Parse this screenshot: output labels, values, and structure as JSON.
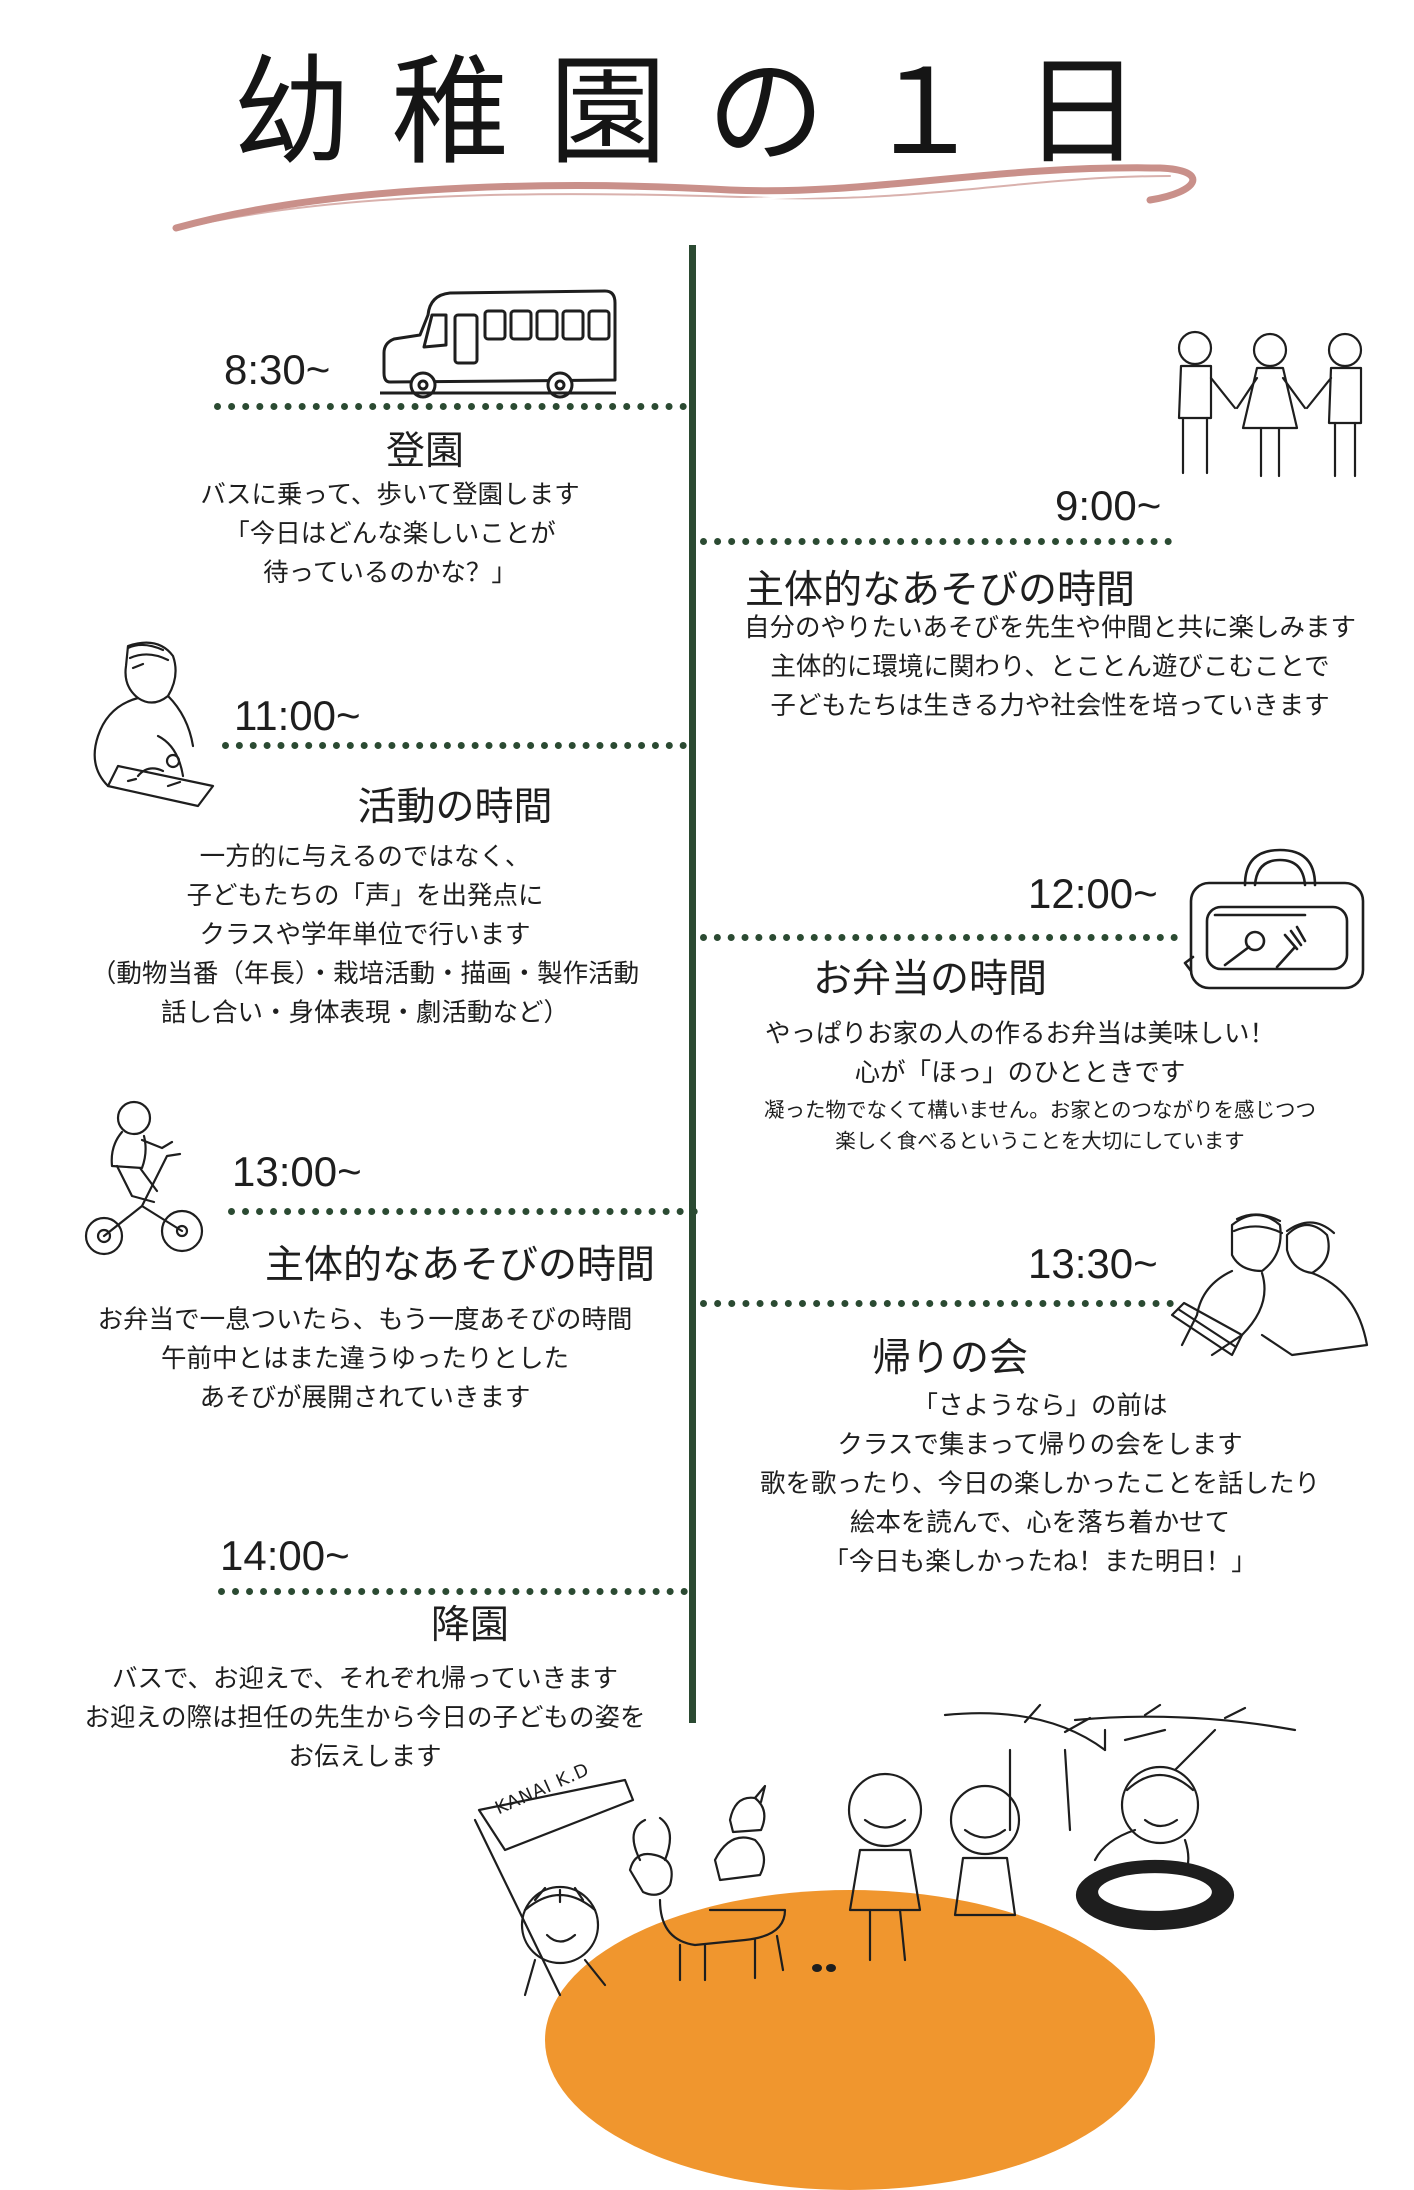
{
  "title": "幼稚園の１日",
  "left": [
    {
      "time": "8:30~",
      "heading": "登園",
      "lines": [
        "バスに乗って、歩いて登園します",
        "「今日はどんな楽しいことが",
        "待っているのかな？」"
      ]
    },
    {
      "time": "11:00~",
      "heading": "活動の時間",
      "lines": [
        "一方的に与えるのではなく、",
        "子どもたちの「声」を出発点に",
        "クラスや学年単位で行います",
        "（動物当番（年長）・栽培活動・描画・製作活動",
        "話し合い・身体表現・劇活動など）"
      ]
    },
    {
      "time": "13:00~",
      "heading": "主体的なあそびの時間",
      "lines": [
        "お弁当で一息ついたら、もう一度あそびの時間",
        "午前中とはまた違うゆったりとした",
        "あそびが展開されていきます"
      ]
    },
    {
      "time": "14:00~",
      "heading": "降園",
      "lines": [
        "バスで、お迎えで、それぞれ帰っていきます",
        "お迎えの際は担任の先生から今日の子どもの姿を",
        "お伝えします"
      ]
    }
  ],
  "right": [
    {
      "time": "9:00~",
      "heading": "主体的なあそびの時間",
      "lines": [
        "自分のやりたいあそびを先生や仲間と共に楽しみます",
        "主体的に環境に関わり、とことん遊びこむことで",
        "子どもたちは生きる力や社会性を培っていきます"
      ]
    },
    {
      "time": "12:00~",
      "heading": "お弁当の時間",
      "lines": [
        "やっぱりお家の人の作るお弁当は美味しい！",
        "心が「ほっ」のひとときです"
      ],
      "small_lines": [
        "凝った物でなくて構いません。お家とのつながりを感じつつ",
        "楽しく食べるということを大切にしています"
      ]
    },
    {
      "time": "13:30~",
      "heading": "帰りの会",
      "lines": [
        "「さようなら」の前は",
        "クラスで集まって帰りの会をします",
        "歌を歌ったり、今日の楽しかったことを話したり",
        "絵本を読んで、心を落ち着かせて",
        "「今日も楽しかったね！また明日！」"
      ]
    }
  ],
  "flag_text": "KANAI K.D",
  "colors": {
    "accent_line": "#2b4a32",
    "brush": "#c9908a",
    "hill": "#f0962e"
  },
  "illustrations": [
    "bus-icon",
    "children-holding-hands-icon",
    "child-drawing-icon",
    "lunch-box-icon",
    "child-tricycle-icon",
    "mother-reading-icon",
    "kids-and-animals-illustration"
  ]
}
